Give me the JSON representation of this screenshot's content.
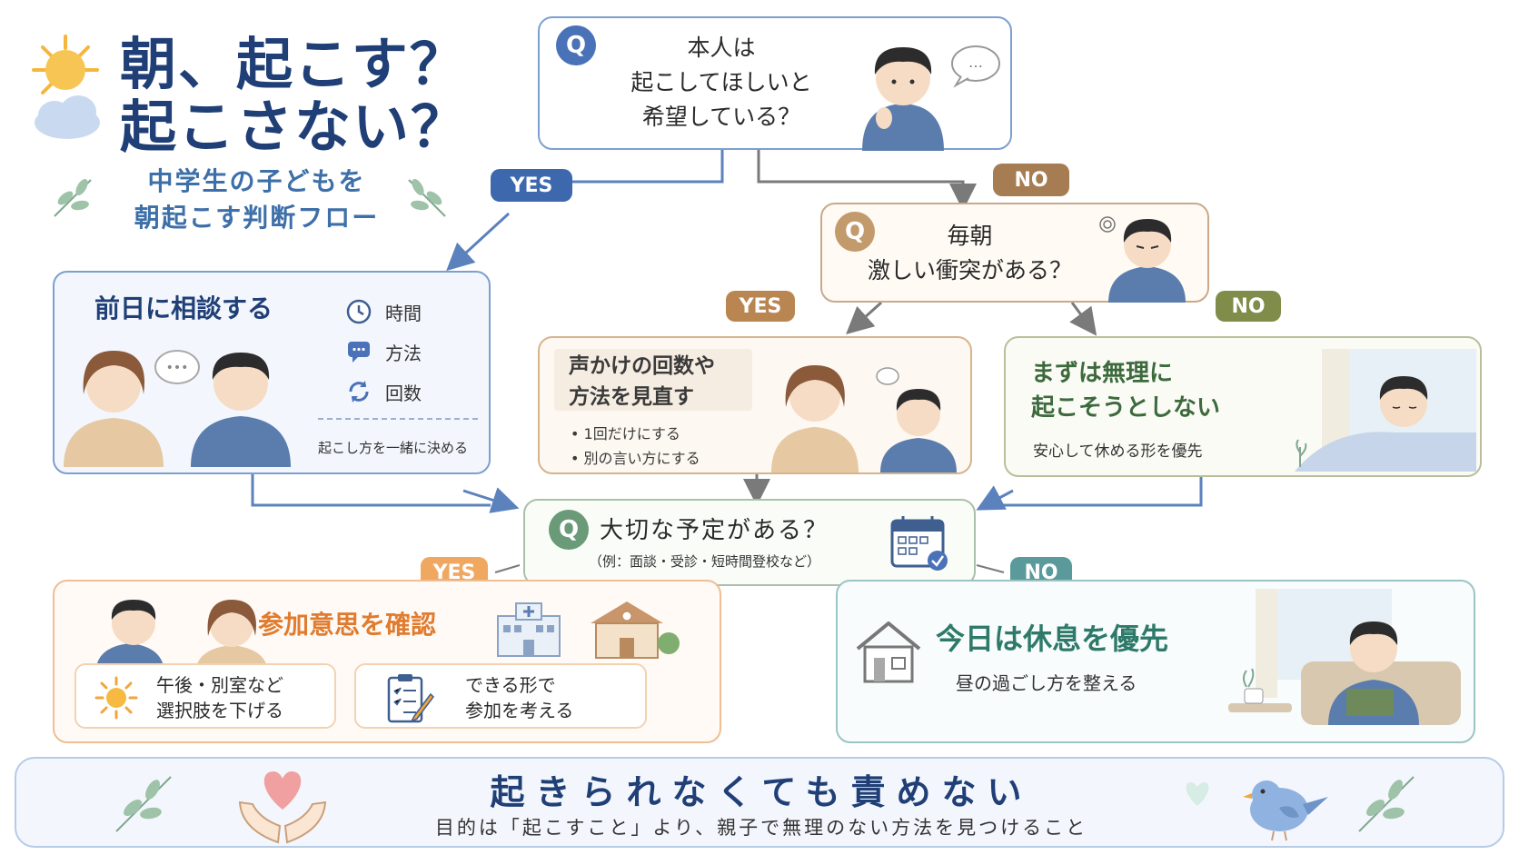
{
  "header": {
    "title_line1": "朝、起こす？",
    "title_line2": "起こさない？",
    "subtitle_line1": "中学生の子どもを",
    "subtitle_line2": "朝起こす判断フロー"
  },
  "q1": {
    "badge": "Q",
    "line1": "本人は",
    "line2": "起こしてほしいと",
    "line3": "希望している？",
    "bubble": "…"
  },
  "branch1": {
    "yes": "YES",
    "no": "NO"
  },
  "consult": {
    "title": "前日に相談する",
    "items": [
      {
        "icon": "clock-icon",
        "label": "時間"
      },
      {
        "icon": "chat-icon",
        "label": "方法"
      },
      {
        "icon": "refresh-icon",
        "label": "回数"
      }
    ],
    "footer": "起こし方を一緒に決める"
  },
  "q2": {
    "badge": "Q",
    "line1": "毎朝",
    "line2": "激しい衝突がある？"
  },
  "branch2": {
    "yes": "YES",
    "no": "NO"
  },
  "review": {
    "title_line1": "声かけの回数や",
    "title_line2": "方法を見直す",
    "bullets": [
      "• 1回だけにする",
      "• 別の言い方にする"
    ]
  },
  "dont_force": {
    "title_line1": "まずは無理に",
    "title_line2": "起こそうとしない",
    "sub": "安心して休める形を優先"
  },
  "q3": {
    "badge": "Q",
    "text": "大切な予定がある？",
    "example": "（例：面談・受診・短時間登校など）"
  },
  "branch3": {
    "yes": "YES",
    "no": "NO"
  },
  "participate": {
    "title": "参加意思を確認",
    "option1_line1": "午後・別室など",
    "option1_line2": "選択肢を下げる",
    "option2_line1": "できる形で",
    "option2_line2": "参加を考える"
  },
  "rest": {
    "title": "今日は休息を優先",
    "sub": "昼の過ごし方を整える"
  },
  "footer": {
    "title": "起きられなくても責めない",
    "sub": "目的は「起こすこと」より、親子で無理のない方法を見つけること"
  },
  "colors": {
    "navy": "#1f3f76",
    "blue": "#3d6fa8",
    "brown": "#a67c52",
    "olive": "#7f8c4a",
    "orange": "#e8853a",
    "teal": "#5a9a9a",
    "green": "#3d7a4a"
  }
}
